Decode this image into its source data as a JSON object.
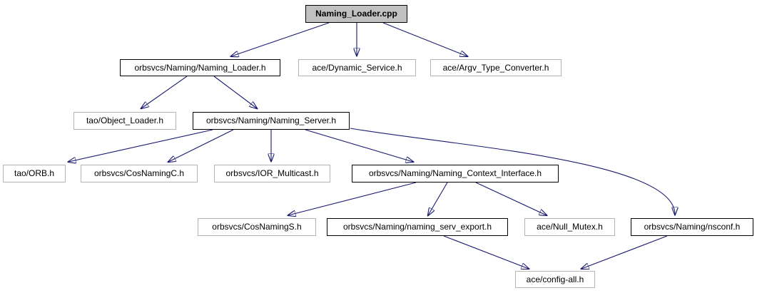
{
  "diagram": {
    "kind": "include-dependency-graph",
    "root": "Naming_Loader.cpp"
  },
  "colors": {
    "edge": "#191970",
    "root_fill": "#c0c0c0",
    "linked_border": "#000000",
    "external_border": "#b4b4b4",
    "background": "#ffffff",
    "text": "#000000"
  },
  "nodes": [
    {
      "id": "naming-loader-cpp",
      "label": "Naming_Loader.cpp",
      "kind": "source-file"
    },
    {
      "id": "naming-loader-h",
      "label": "orbsvcs/Naming/Naming_Loader.h",
      "kind": "linked-header"
    },
    {
      "id": "dynamic-service-h",
      "label": "ace/Dynamic_Service.h",
      "kind": "external-header"
    },
    {
      "id": "argv-type-converter-h",
      "label": "ace/Argv_Type_Converter.h",
      "kind": "external-header"
    },
    {
      "id": "object-loader-h",
      "label": "tao/Object_Loader.h",
      "kind": "external-header"
    },
    {
      "id": "naming-server-h",
      "label": "orbsvcs/Naming/Naming_Server.h",
      "kind": "linked-header"
    },
    {
      "id": "orb-h",
      "label": "tao/ORB.h",
      "kind": "external-header"
    },
    {
      "id": "cosnamingc-h",
      "label": "orbsvcs/CosNamingC.h",
      "kind": "external-header"
    },
    {
      "id": "ior-multicast-h",
      "label": "orbsvcs/IOR_Multicast.h",
      "kind": "external-header"
    },
    {
      "id": "naming-context-interface-h",
      "label": "orbsvcs/Naming/Naming_Context_Interface.h",
      "kind": "linked-header"
    },
    {
      "id": "cosnamings-h",
      "label": "orbsvcs/CosNamingS.h",
      "kind": "external-header"
    },
    {
      "id": "naming-serv-export-h",
      "label": "orbsvcs/Naming/naming_serv_export.h",
      "kind": "linked-header"
    },
    {
      "id": "null-mutex-h",
      "label": "ace/Null_Mutex.h",
      "kind": "external-header"
    },
    {
      "id": "nsconf-h",
      "label": "orbsvcs/Naming/nsconf.h",
      "kind": "linked-header"
    },
    {
      "id": "config-all-h",
      "label": "ace/config-all.h",
      "kind": "external-header"
    }
  ],
  "edges": [
    {
      "from": "naming-loader-cpp",
      "to": "naming-loader-h"
    },
    {
      "from": "naming-loader-cpp",
      "to": "dynamic-service-h"
    },
    {
      "from": "naming-loader-cpp",
      "to": "argv-type-converter-h"
    },
    {
      "from": "naming-loader-h",
      "to": "object-loader-h"
    },
    {
      "from": "naming-loader-h",
      "to": "naming-server-h"
    },
    {
      "from": "naming-server-h",
      "to": "orb-h"
    },
    {
      "from": "naming-server-h",
      "to": "cosnamingc-h"
    },
    {
      "from": "naming-server-h",
      "to": "ior-multicast-h"
    },
    {
      "from": "naming-server-h",
      "to": "naming-context-interface-h"
    },
    {
      "from": "naming-server-h",
      "to": "nsconf-h"
    },
    {
      "from": "naming-context-interface-h",
      "to": "cosnamings-h"
    },
    {
      "from": "naming-context-interface-h",
      "to": "naming-serv-export-h"
    },
    {
      "from": "naming-context-interface-h",
      "to": "null-mutex-h"
    },
    {
      "from": "naming-serv-export-h",
      "to": "config-all-h"
    },
    {
      "from": "nsconf-h",
      "to": "config-all-h"
    }
  ]
}
